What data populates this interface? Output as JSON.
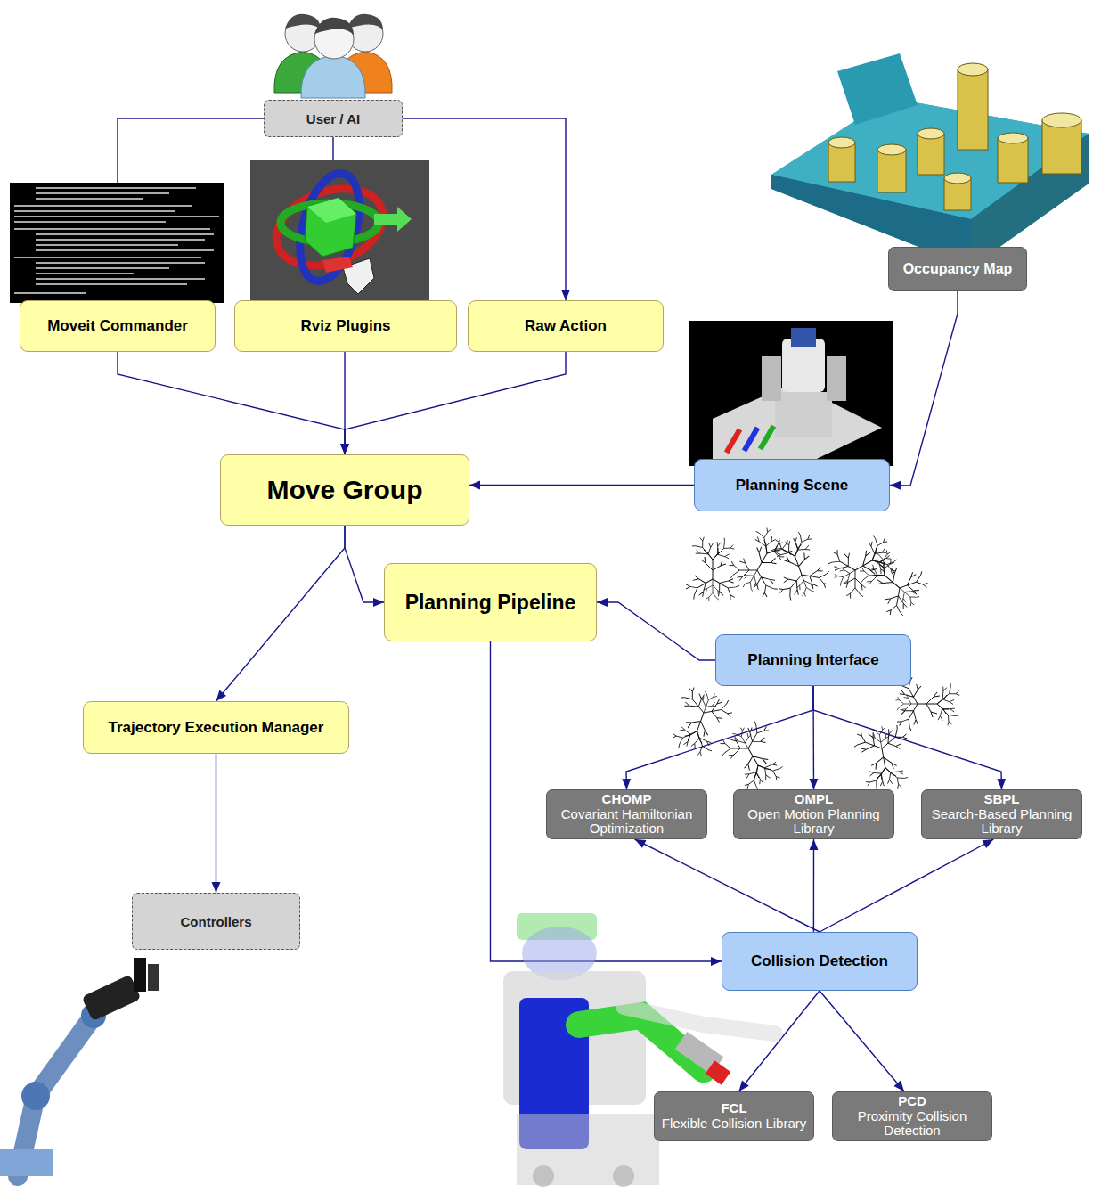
{
  "diagram": {
    "nodes": [
      {
        "text": [
          "User / AI"
        ]
      },
      {
        "text": [
          "Occupancy Map"
        ]
      },
      {
        "text": [
          "Moveit Commander"
        ]
      },
      {
        "text": [
          "Rviz Plugins"
        ]
      },
      {
        "text": [
          "Raw Action"
        ]
      },
      {
        "text": [
          "Move Group"
        ]
      },
      {
        "text": [
          "Planning Scene"
        ]
      },
      {
        "text": [
          "Planning Pipeline"
        ]
      },
      {
        "text": [
          "Planning Interface"
        ]
      },
      {
        "text": [
          "Trajectory Execution Manager"
        ]
      },
      {
        "text": [
          "CHOMP",
          "Covariant Hamiltonian Optimization"
        ]
      },
      {
        "text": [
          "OMPL",
          "Open Motion Planning Library"
        ]
      },
      {
        "text": [
          "SBPL",
          "Search-Based Planning Library"
        ]
      },
      {
        "text": [
          "Controllers"
        ]
      },
      {
        "text": [
          "Collision Detection"
        ]
      },
      {
        "text": [
          "FCL",
          "Flexible Collision Library"
        ]
      },
      {
        "text": [
          "PCD",
          "Proximity Collision Detection"
        ]
      }
    ],
    "edges": [
      {
        "from": 0,
        "to": 2,
        "arrow": "none"
      },
      {
        "from": 0,
        "to": 3,
        "arrow": "none"
      },
      {
        "from": 0,
        "to": 4,
        "arrow": "to"
      },
      {
        "from": 2,
        "to": 5,
        "arrow": "to"
      },
      {
        "from": 3,
        "to": 5,
        "arrow": "to"
      },
      {
        "from": 4,
        "to": 5,
        "arrow": "to"
      },
      {
        "from": 1,
        "to": 6,
        "arrow": "to"
      },
      {
        "from": 6,
        "to": 5,
        "arrow": "to"
      },
      {
        "from": 5,
        "to": 7,
        "arrow": "to"
      },
      {
        "from": 5,
        "to": 9,
        "arrow": "to"
      },
      {
        "from": 8,
        "to": 7,
        "arrow": "to"
      },
      {
        "from": 8,
        "to": 10,
        "arrow": "to"
      },
      {
        "from": 8,
        "to": 11,
        "arrow": "to"
      },
      {
        "from": 8,
        "to": 12,
        "arrow": "to"
      },
      {
        "from": 9,
        "to": 13,
        "arrow": "to"
      },
      {
        "from": 7,
        "to": 14,
        "arrow": "to"
      },
      {
        "from": 14,
        "to": 10,
        "arrow": "to"
      },
      {
        "from": 14,
        "to": 11,
        "arrow": "to"
      },
      {
        "from": 14,
        "to": 12,
        "arrow": "to"
      },
      {
        "from": 14,
        "to": 15,
        "arrow": "to"
      },
      {
        "from": 14,
        "to": 16,
        "arrow": "to"
      }
    ]
  }
}
